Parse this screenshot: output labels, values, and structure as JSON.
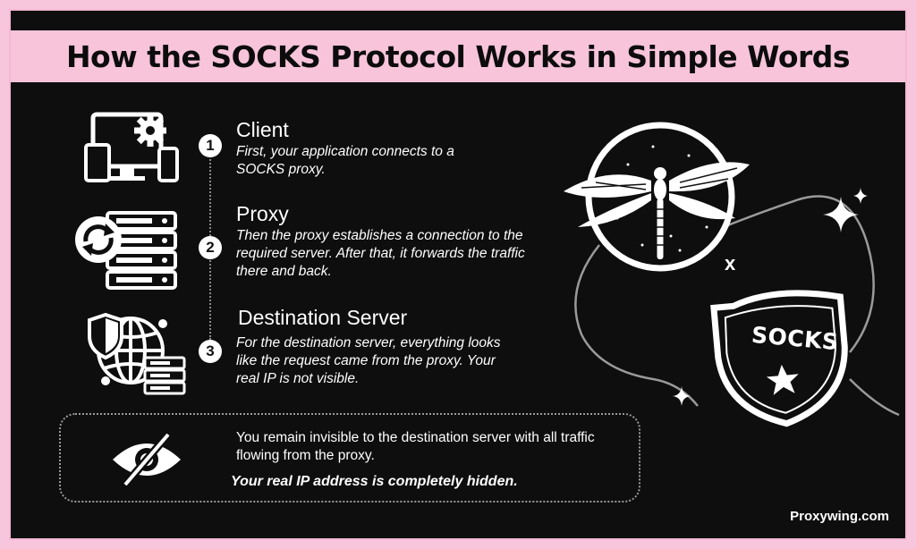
{
  "title": "How the SOCKS Protocol Works in Simple Words",
  "steps": [
    {
      "number": "1",
      "title": "Client",
      "description": "First, your application connects to a SOCKS proxy."
    },
    {
      "number": "2",
      "title": "Proxy",
      "description": "Then the proxy establishes a connection to the required server. After that, it forwards the traffic there and back."
    },
    {
      "number": "3",
      "title": "Destination Server",
      "description": "For the destination server, everything looks like the request came from the proxy. Your real IP is not visible."
    }
  ],
  "notice": {
    "text": "You remain invisible to the destination server with all traffic flowing from the proxy.",
    "emphasis": "Your real IP address is completely hidden."
  },
  "illustration": {
    "separator": "x",
    "badge_label": "SOCKS"
  },
  "brand": "Proxywing.com",
  "icons": {
    "client": "devices-gear-icon",
    "proxy": "server-sync-icon",
    "destination": "globe-shield-server-icon",
    "notice": "eye-off-icon",
    "emblem": "dragonfly-icon",
    "badge": "shield-star-icon"
  },
  "colors": {
    "background": "#0e0e0e",
    "accent_pink": "#f7c4da",
    "text": "#ffffff"
  }
}
